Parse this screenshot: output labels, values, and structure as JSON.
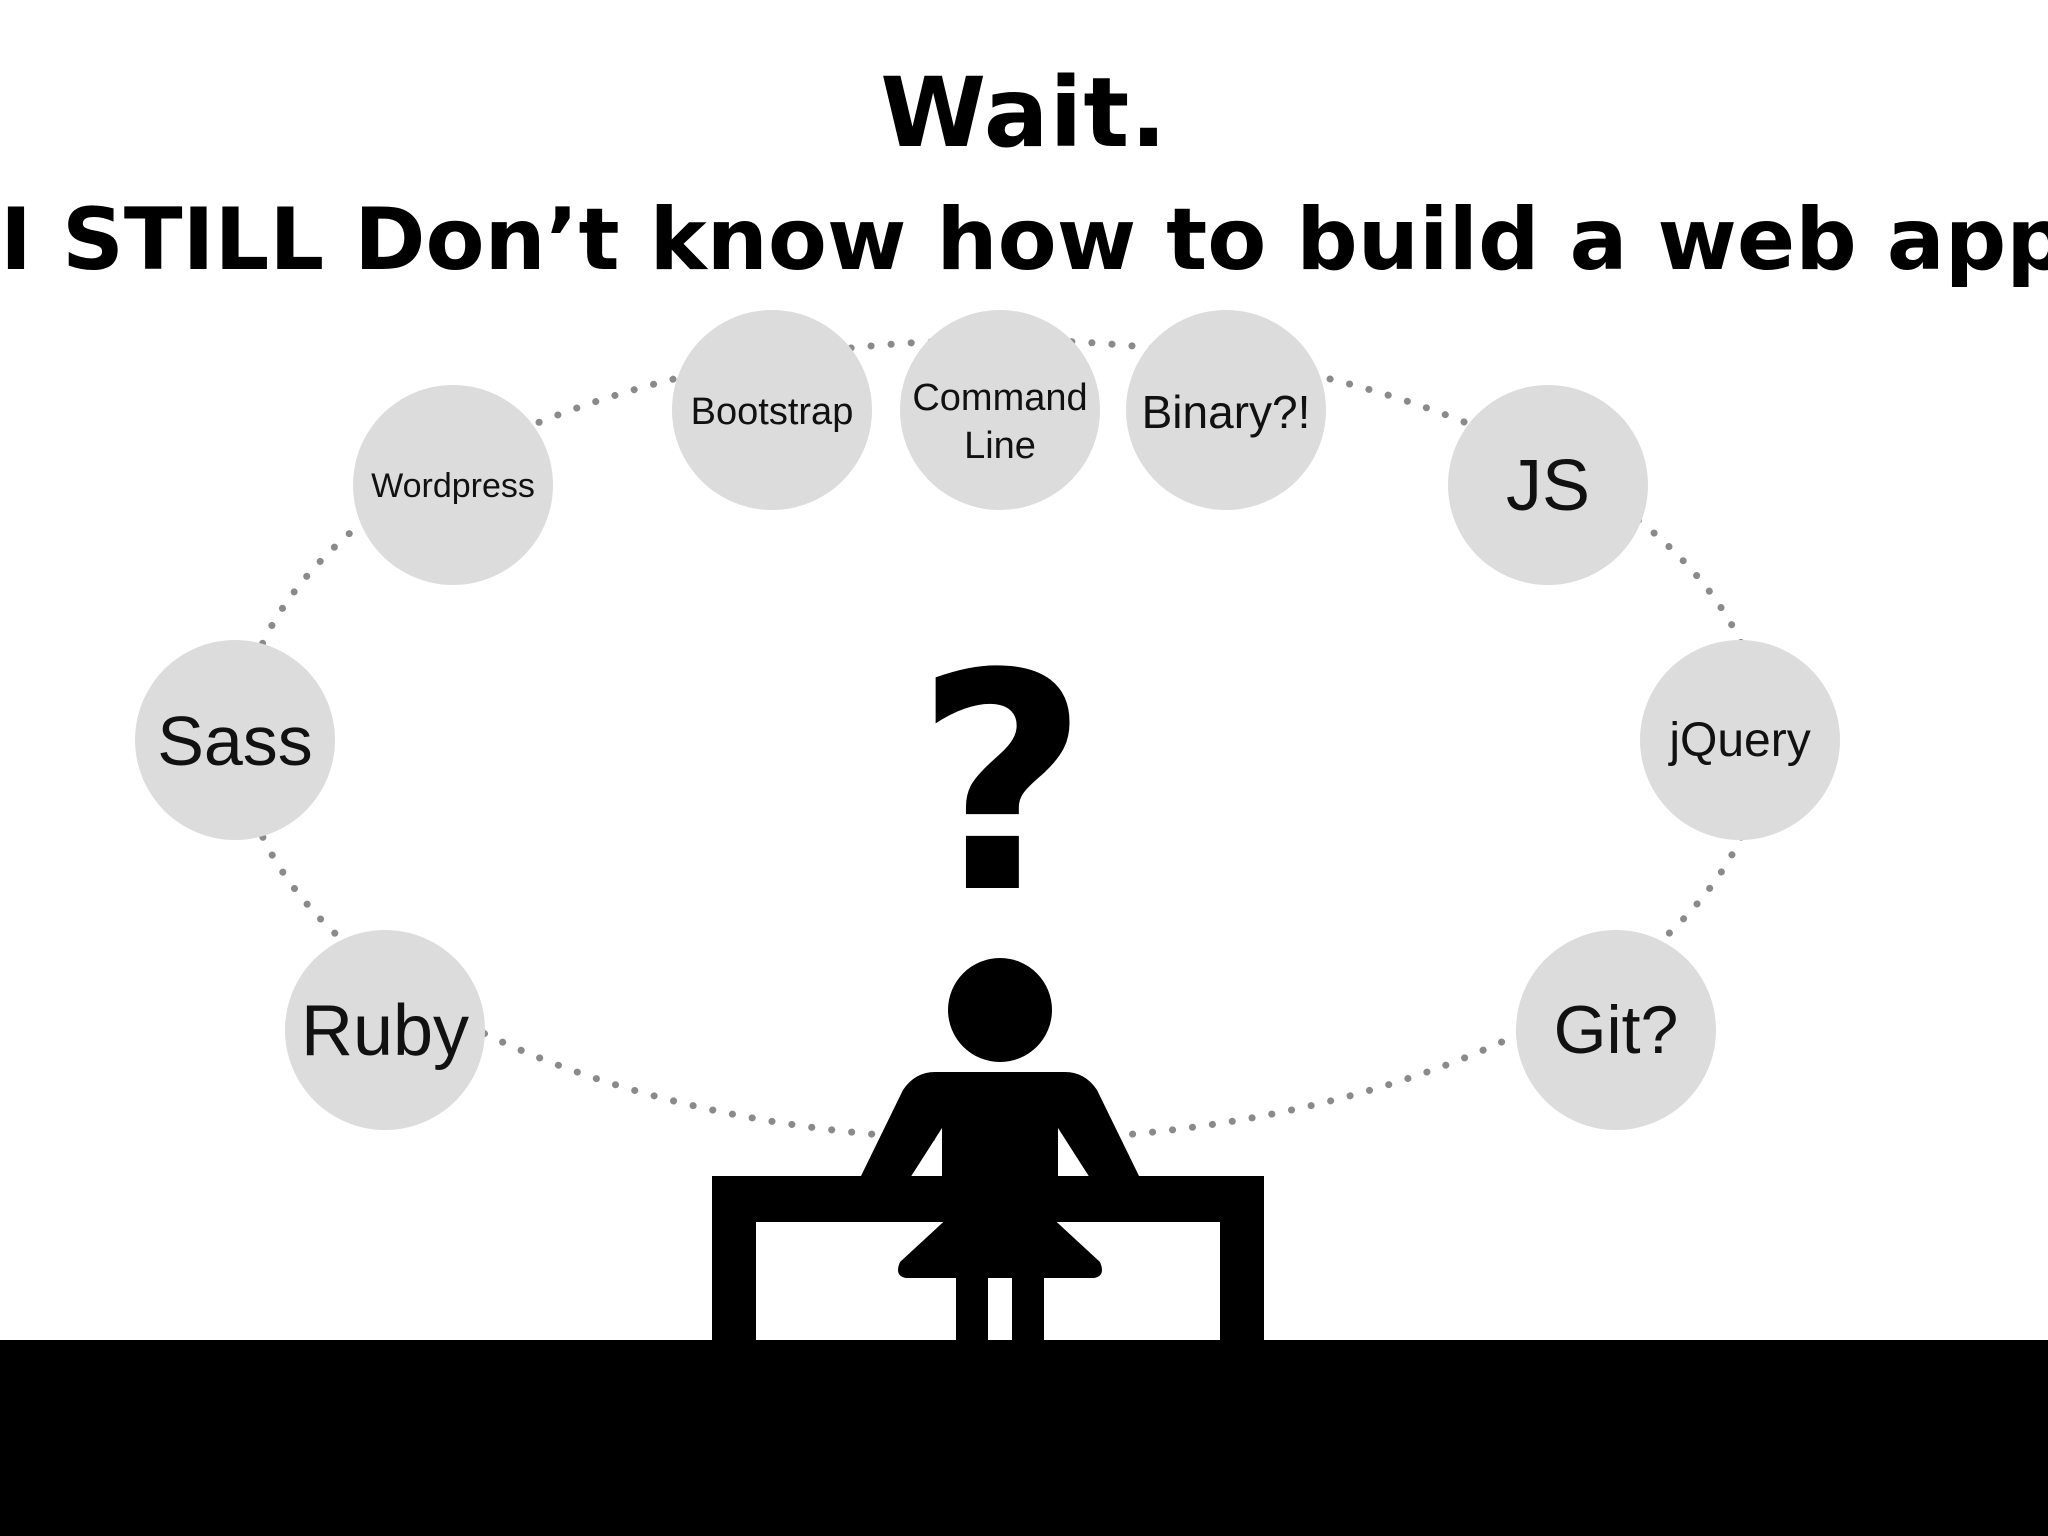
{
  "title": {
    "line1": "Wait.",
    "line2": "I STILL Don’t know how to build a web app!"
  },
  "topics": [
    {
      "id": "bootstrap",
      "lines": [
        "Bootstrap"
      ]
    },
    {
      "id": "command-line",
      "lines": [
        "Command",
        "Line"
      ]
    },
    {
      "id": "binary",
      "lines": [
        "Binary?!"
      ]
    },
    {
      "id": "wordpress",
      "lines": [
        "Wordpress"
      ]
    },
    {
      "id": "js",
      "lines": [
        "JS"
      ]
    },
    {
      "id": "sass",
      "lines": [
        "Sass"
      ]
    },
    {
      "id": "jquery",
      "lines": [
        "jQuery"
      ]
    },
    {
      "id": "ruby",
      "lines": [
        "Ruby"
      ]
    },
    {
      "id": "git",
      "lines": [
        "Git?"
      ]
    }
  ],
  "center_symbol": "?",
  "colors": {
    "bubble": "#dcdcdc",
    "dots": "#8a8a8a",
    "figure": "#000000",
    "background": "#ffffff"
  }
}
